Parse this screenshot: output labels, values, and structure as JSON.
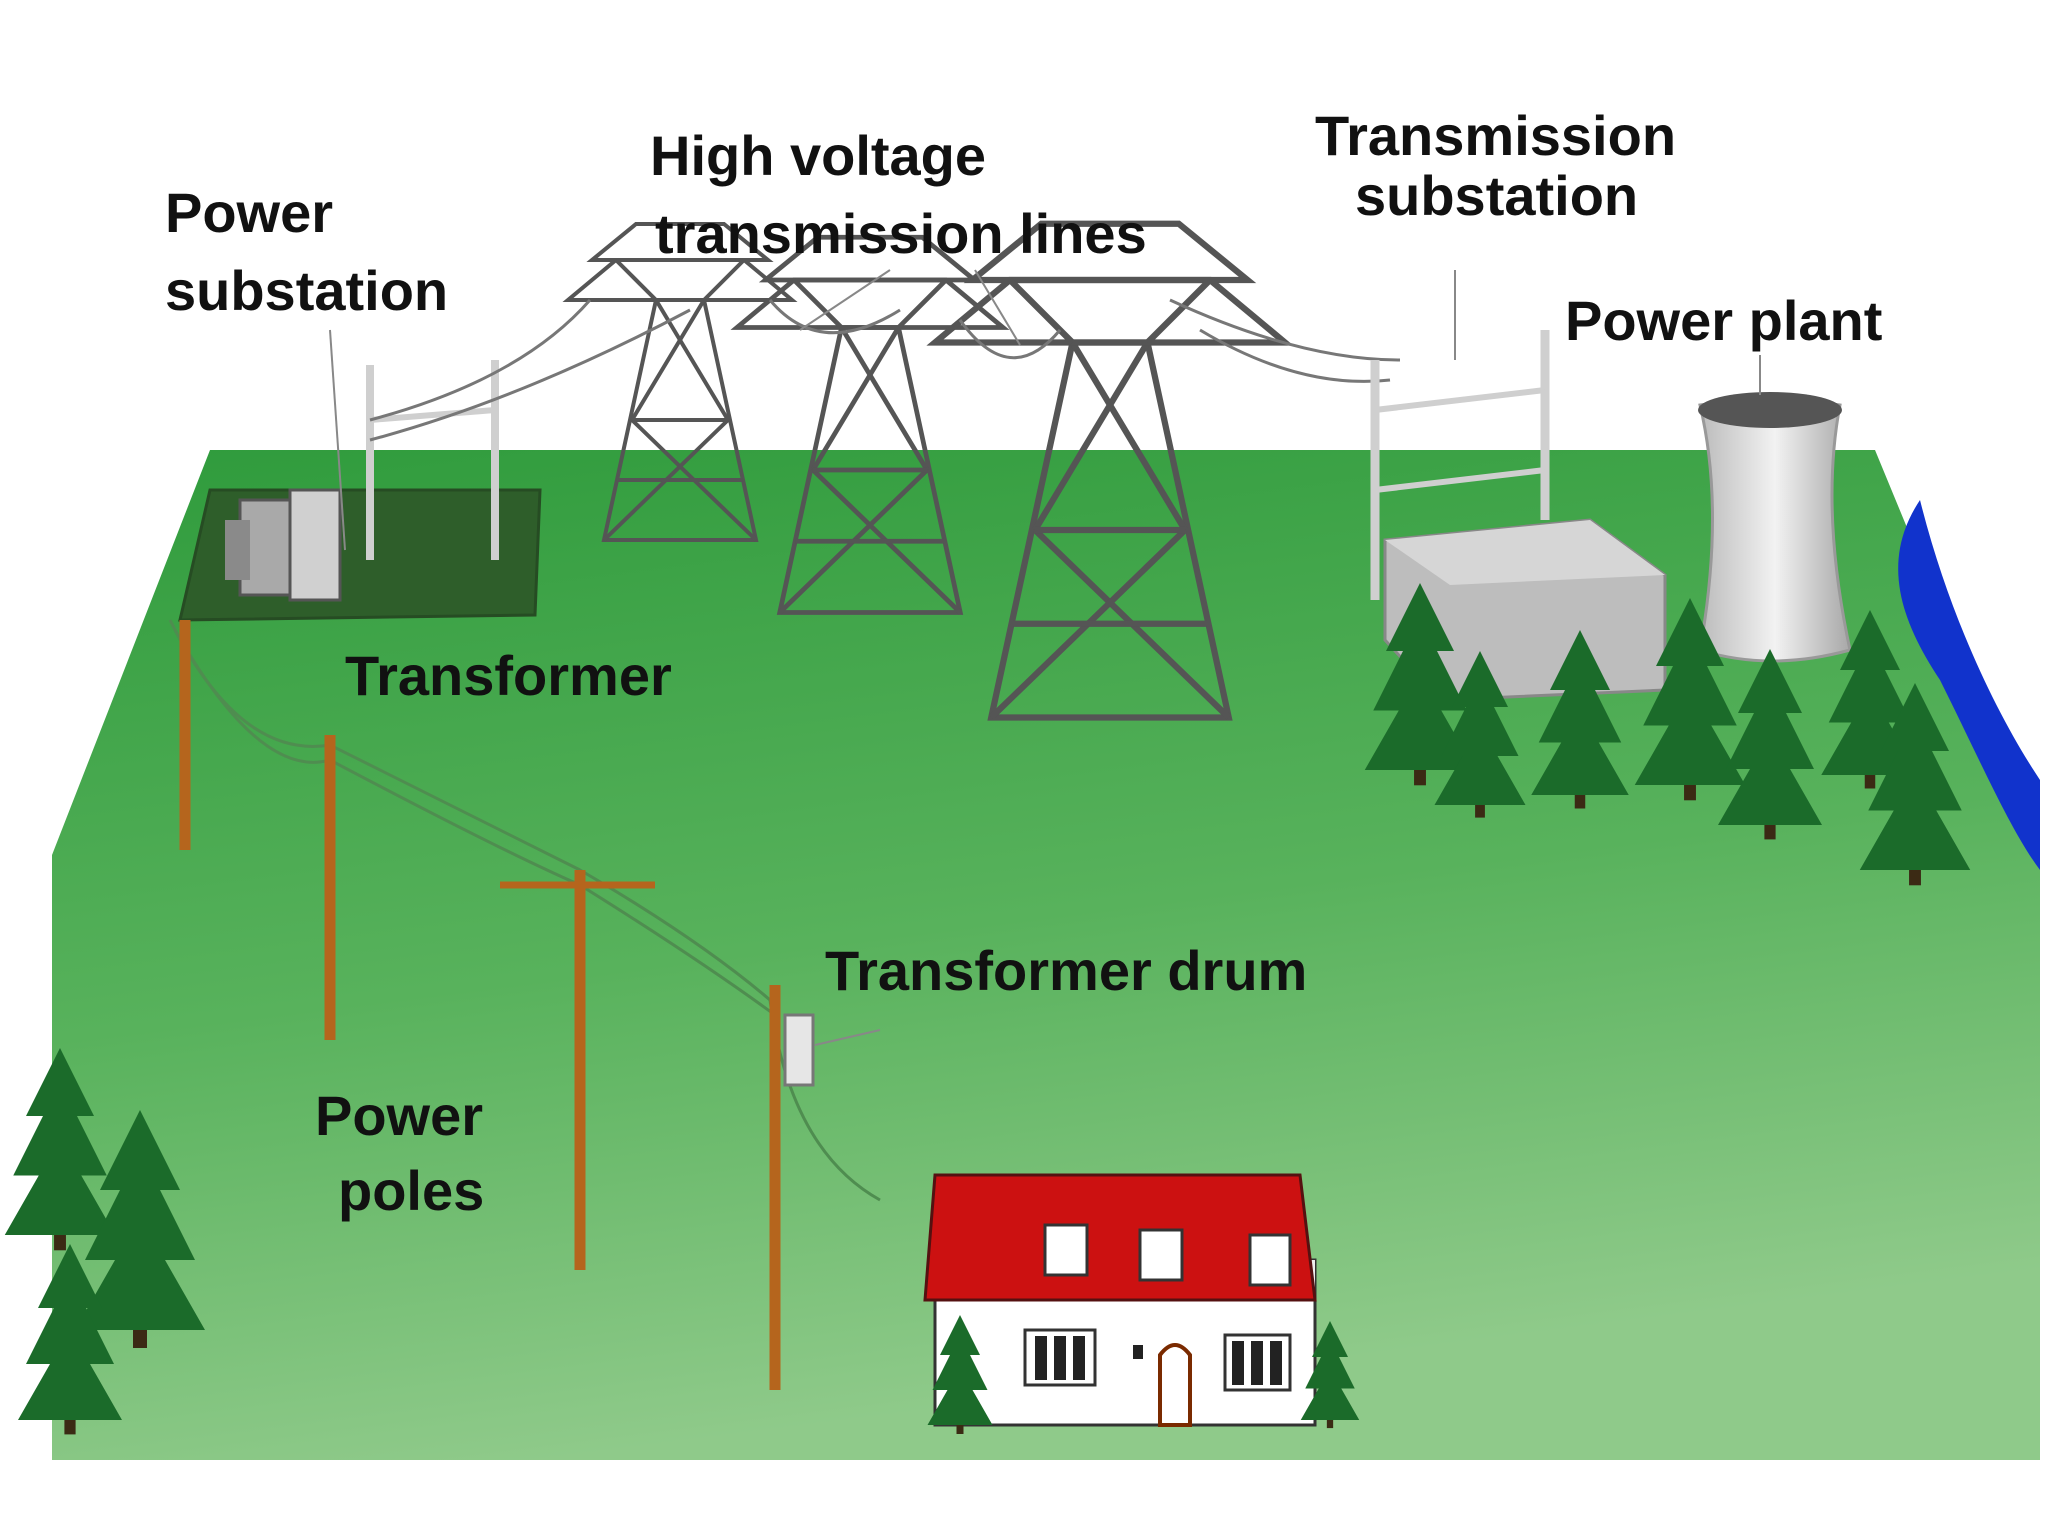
{
  "labels": {
    "power_substation": [
      "Power",
      "substation"
    ],
    "high_voltage_lines": [
      "High voltage",
      "transmission lines"
    ],
    "transmission_substation": [
      "Transmission",
      "substation"
    ],
    "power_plant": "Power plant",
    "transformer": "Transformer",
    "transformer_drum": "Transformer drum",
    "power_poles": [
      "Power",
      "poles"
    ]
  },
  "colors": {
    "ground_dark": "#2f9b3c",
    "ground_light": "#8fca8a",
    "river": "#1133cc",
    "roof": "#cc1111",
    "tree": "#1b6b2a",
    "pole": "#b5651d",
    "tower": "#555555",
    "building": "#bdbdbd",
    "text": "#111111"
  },
  "icons": [
    "tower-icon",
    "tree-icon",
    "house-icon",
    "cooling-tower-icon",
    "pole-icon"
  ]
}
